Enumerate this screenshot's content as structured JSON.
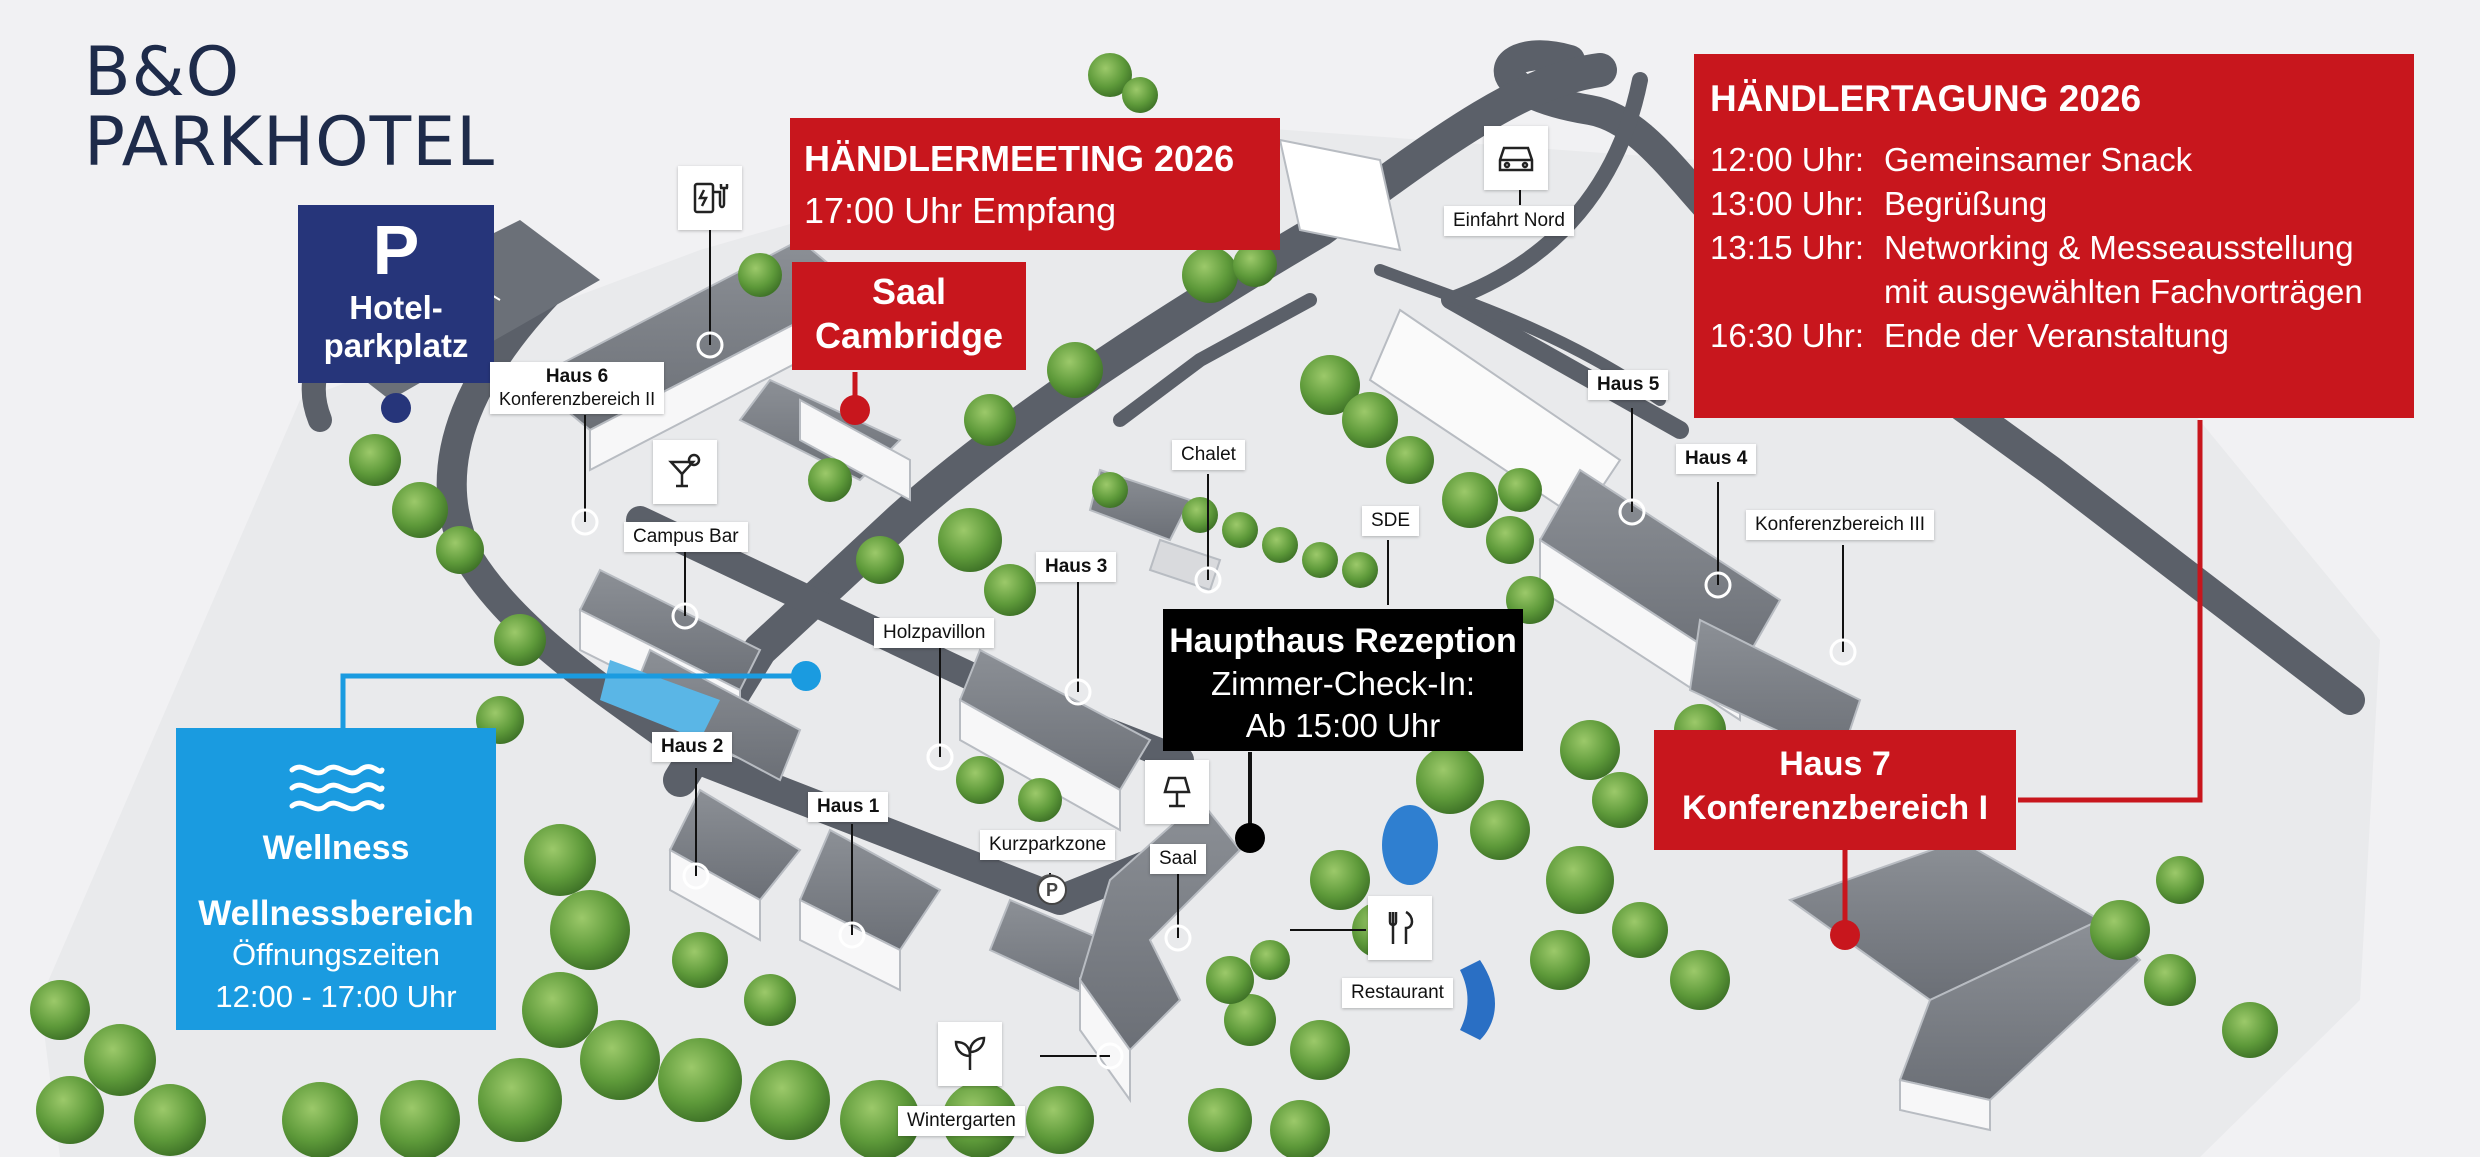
{
  "logo": {
    "line1": "B&O",
    "line2": "PARKHOTEL"
  },
  "parking": {
    "symbol": "P",
    "label_line1": "Hotel-",
    "label_line2": "parkplatz"
  },
  "meeting": {
    "title": "HÄNDLERMEETING 2026",
    "subtitle": "17:00 Uhr Empfang"
  },
  "saal_cambridge": {
    "line1": "Saal",
    "line2": "Cambridge"
  },
  "agenda": {
    "title": "HÄNDLERTAGUNG 2026",
    "items": [
      {
        "time": "12:00 Uhr:",
        "text": "Gemeinsamer Snack"
      },
      {
        "time": "13:00 Uhr:",
        "text": "Begrüßung"
      },
      {
        "time": "13:15 Uhr:",
        "text": "Networking & Messeausstellung"
      },
      {
        "time": "",
        "text": "mit ausgewählten Fachvorträgen"
      },
      {
        "time": "16:30 Uhr:",
        "text": "Ende der Veranstaltung"
      }
    ]
  },
  "reception": {
    "line1": "Haupthaus Rezeption",
    "line2": "Zimmer-Check-In:",
    "line3": "Ab 15:00 Uhr"
  },
  "haus7": {
    "line1": "Haus 7",
    "line2": "Konferenzbereich I"
  },
  "wellness": {
    "title": "Wellness",
    "area": "Wellnessbereich",
    "hours_label": "Öffnungszeiten",
    "hours": "12:00 - 17:00 Uhr"
  },
  "labels": {
    "einfahrt_nord": "Einfahrt Nord",
    "haus6": "Haus 6",
    "konferenzbereich2": "Konferenzbereich II",
    "campus_bar": "Campus Bar",
    "chalet": "Chalet",
    "sde": "SDE",
    "haus3": "Haus 3",
    "holzpavillon": "Holzpavillon",
    "haus5": "Haus 5",
    "haus4": "Haus 4",
    "konferenzbereich3": "Konferenzbereich III",
    "haus2": "Haus 2",
    "haus1": "Haus 1",
    "kurzparkzone": "Kurzparkzone",
    "saal": "Saal",
    "restaurant": "Restaurant",
    "wintergarten": "Wintergarten"
  },
  "colors": {
    "red": "#c8161d",
    "navy": "#26357a",
    "blue": "#1a9be0",
    "black": "#000000",
    "logo": "#1e2b4a"
  },
  "icons": [
    "ev-charging-icon",
    "car-icon",
    "cocktail-icon",
    "lamp-icon",
    "cutlery-icon",
    "plant-icon",
    "waves-icon",
    "parking-p-icon"
  ]
}
